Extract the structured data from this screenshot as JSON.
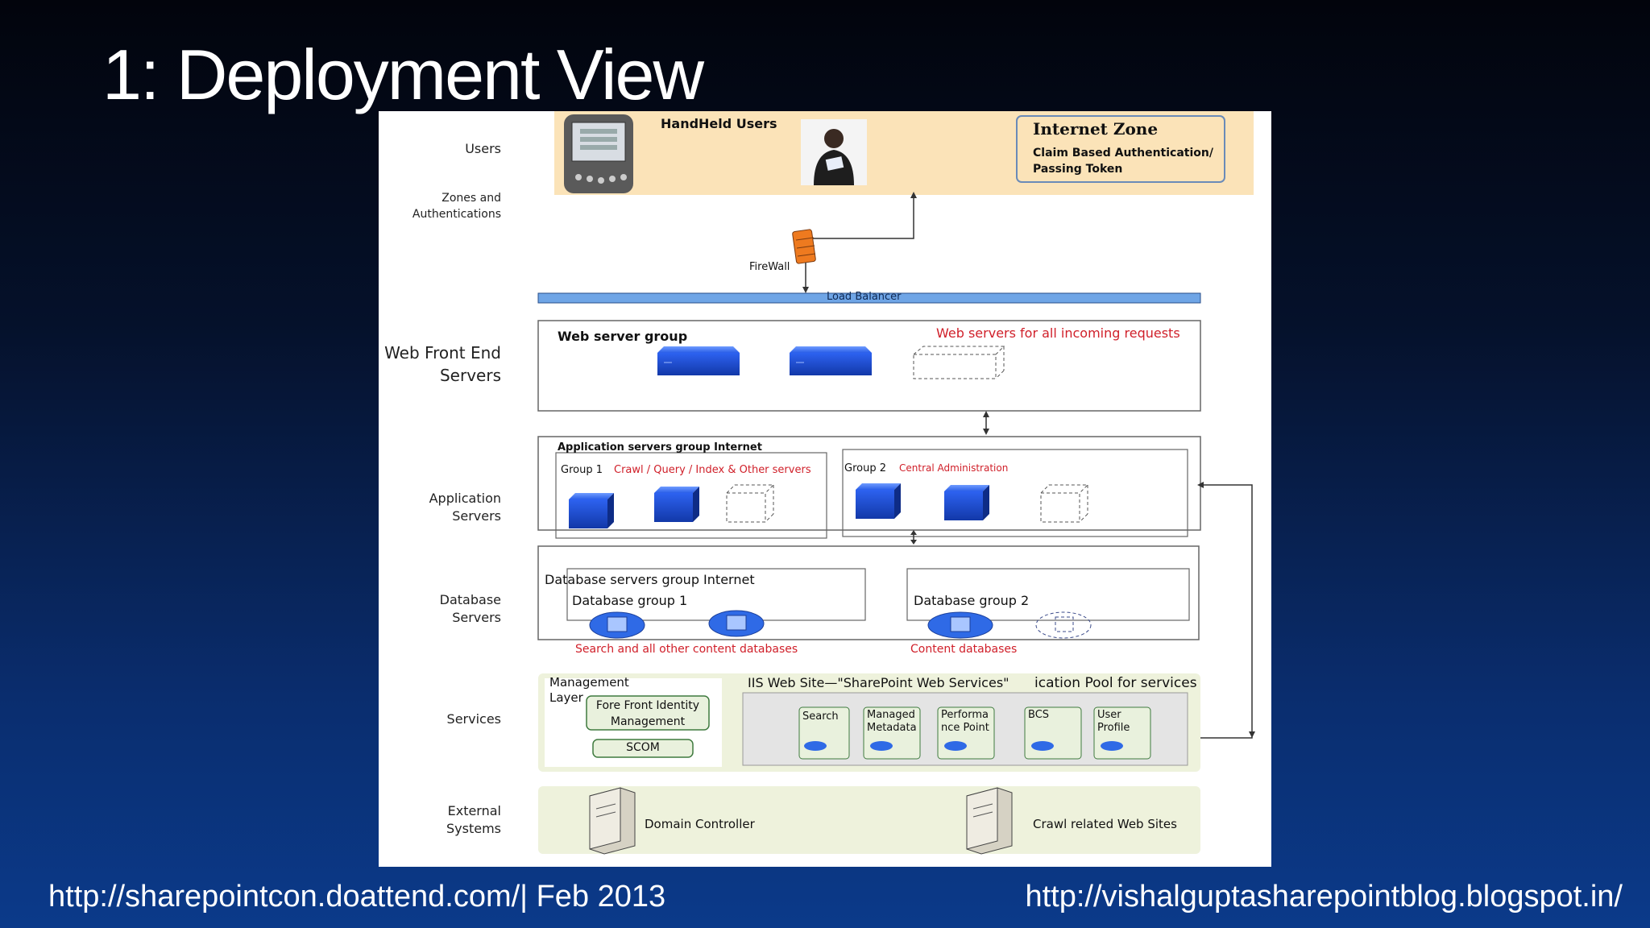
{
  "slide": {
    "title": "1: Deployment View",
    "footer_left": "http://sharepointcon.doattend.com/| Feb 2013",
    "footer_right": "http://vishalguptasharepointblog.blogspot.in/"
  },
  "rows": {
    "users": "Users",
    "zones": "Zones and Authentications",
    "web_front_end": "Web Front End Servers",
    "application": "Application Servers",
    "database": "Database Servers",
    "services": "Services",
    "external": "External Systems"
  },
  "users_zone": {
    "handheld_label": "HandHeld Users",
    "internet_zone_title": "Internet Zone",
    "internet_zone_desc": "Claim Based Authentication/ Passing Token"
  },
  "network": {
    "firewall": "FireWall",
    "load_balancer": "Load Balancer"
  },
  "web_group": {
    "title": "Web server group",
    "note": "Web servers for all incoming requests"
  },
  "app_group": {
    "title": "Application servers group Internet",
    "group1_name": "Group 1",
    "group1_note": "Crawl / Query / Index & Other servers",
    "group2_name": "Group 2",
    "group2_note": "Central Administration"
  },
  "db_group": {
    "title": "Database servers group Internet",
    "group1": "Database group 1",
    "group1_note": "Search and all other content databases",
    "group2": "Database group 2",
    "group2_note": "Content databases"
  },
  "services": {
    "management_layer": "Management Layer",
    "fim": "Fore Front Identity Management",
    "scom": "SCOM",
    "iis_site": "IIS Web Site—\"SharePoint Web Services\"",
    "app_pool": "ication Pool for services",
    "apps": [
      "Search",
      "Managed Metadata",
      "Performa nce Point",
      "BCS",
      "User Profile"
    ]
  },
  "external": {
    "domain_controller": "Domain Controller",
    "crawl_sites": "Crawl related Web Sites"
  },
  "colors": {
    "server_blue": "#1f4fd8",
    "accent_red": "#d0202a",
    "zone_fill": "#fbe3b8",
    "services_fill": "#eef2dc"
  }
}
